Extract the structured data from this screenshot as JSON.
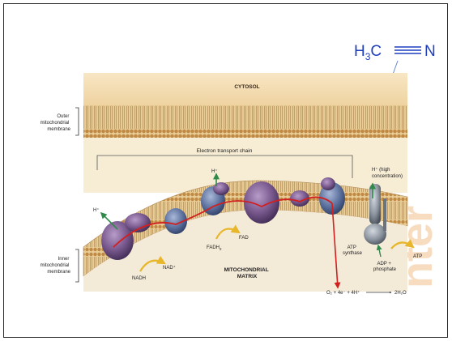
{
  "formula": {
    "left": "H",
    "subscript": "3",
    "right": "C",
    "nitrogen": "N",
    "color": "#1f3fbf"
  },
  "labels": {
    "cytosol": "CYTOSOL",
    "outer_membrane": [
      "Outer",
      "mitochondrial",
      "membrane"
    ],
    "inner_membrane": [
      "Inner",
      "mitochondrial",
      "membrane"
    ],
    "etc": "Electron transport chain",
    "h_high": [
      "H⁺ (high",
      "concentration)"
    ],
    "matrix": [
      "MITOCHONDRIAL",
      "MATRIX"
    ],
    "h_left": "H⁺",
    "h_mid": "H⁺",
    "nadh": "NADH",
    "nad": "NAD⁺",
    "fadh2": "FADH",
    "fadh2_sub": "2",
    "fad": "FAD",
    "atp_synthase": [
      "ATP",
      "synthase"
    ],
    "atp": "ATP",
    "adp": [
      "ADP +",
      "phosphate"
    ],
    "reaction_left": "O₂ + 4e⁻ + 4H⁺",
    "reaction_right": "2H₂O"
  },
  "colors": {
    "membrane": "#c9a36a",
    "membrane_dark": "#8a6a3a",
    "cytosol": "#f3dcb2",
    "protein_purple": "#7a5a8f",
    "protein_blue": "#5a6f9c",
    "electron_path": "#d21f1f",
    "proton_arrow": "#2f8a4a",
    "cofactor_arrow": "#e7b62a",
    "watermark": "#f7dcbf"
  },
  "watermark": "nter"
}
